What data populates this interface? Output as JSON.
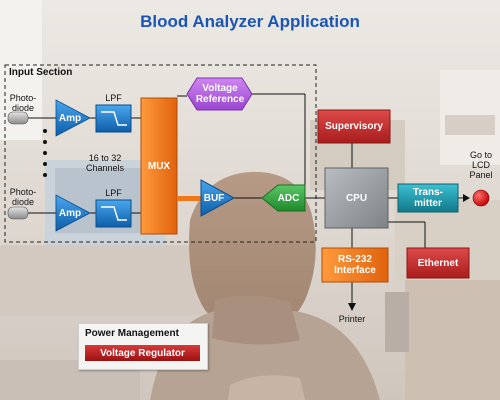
{
  "title": "Blood Analyzer Application",
  "input_section": {
    "title": "Input Section",
    "photodiode_top": [
      "Photo-",
      "diode"
    ],
    "photodiode_bottom": [
      "Photo-",
      "diode"
    ],
    "amp_top": "Amp",
    "amp_bottom": "Amp",
    "lpf_top": "LPF",
    "lpf_bottom": "LPF",
    "channels": [
      "16 to 32",
      "Channels"
    ]
  },
  "blocks": {
    "mux": "MUX",
    "voltage_reference": [
      "Voltage",
      "Reference"
    ],
    "buf": "BUF",
    "adc": "ADC",
    "supervisory": "Supervisory",
    "cpu": "CPU",
    "transmitter": [
      "Trans-",
      "mitter"
    ],
    "rs232": [
      "RS-232",
      "Interface"
    ],
    "ethernet": "Ethernet"
  },
  "outputs": {
    "lcd": [
      "Go to",
      "LCD",
      "Panel"
    ],
    "printer": "Printer"
  },
  "power": {
    "title": "Power Management",
    "regulator": "Voltage Regulator"
  },
  "colors": {
    "title": "#1a55b5",
    "blue_block": "#1e7fd0",
    "orange_block": "#f07818",
    "red_block": "#c82f2f",
    "purple_block": "#b45fe0",
    "green_block": "#2fa33c",
    "cpu_gray": "#9a9ea2",
    "teal_block": "#1c9aae",
    "lcd_dot": "#e00000"
  },
  "icons": {
    "photodiode": "photodiode-icon",
    "lpf": "lowpass-filter-icon",
    "lcd": "lcd-indicator-icon"
  }
}
